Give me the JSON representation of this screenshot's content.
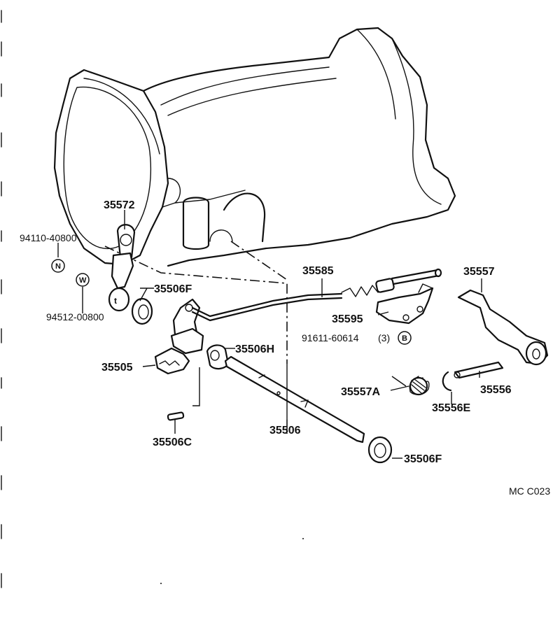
{
  "labels": {
    "p35572": "35572",
    "p94110": "94110-40800",
    "p94512": "94512-00800",
    "p35506F_a": "35506F",
    "p35505": "35505",
    "p35506H": "35506H",
    "p35506C": "35506C",
    "p35506": "35506",
    "p35506F_b": "35506F",
    "p35585": "35585",
    "p35595": "35595",
    "p91611": "91611-60614",
    "p91611_qty": "(3)",
    "p35557": "35557",
    "p35557A": "35557A",
    "p35556": "35556",
    "p35556E": "35556E",
    "diagram_code": "MC C023"
  },
  "symbols": {
    "nut": "N",
    "washer": "W",
    "bolt": "B"
  }
}
